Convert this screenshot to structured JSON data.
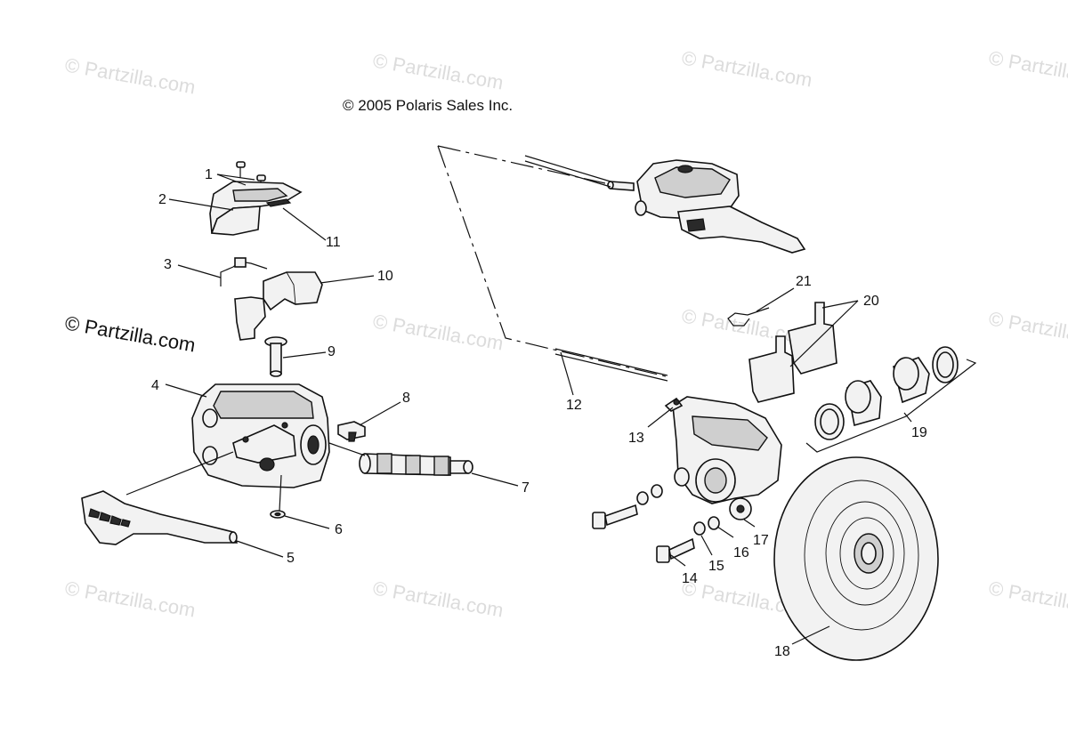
{
  "copyright": "© 2005 Polaris Sales Inc.",
  "watermark": {
    "text": "© Partzilla.com",
    "prominent_text": "© Partzilla.com"
  },
  "callouts": [
    "1",
    "2",
    "3",
    "4",
    "5",
    "6",
    "7",
    "8",
    "9",
    "10",
    "11",
    "12",
    "13",
    "14",
    "15",
    "16",
    "17",
    "18",
    "19",
    "20",
    "21"
  ],
  "colors": {
    "ink": "#111111",
    "watermark": "#dcdcdc",
    "background": "#ffffff"
  }
}
